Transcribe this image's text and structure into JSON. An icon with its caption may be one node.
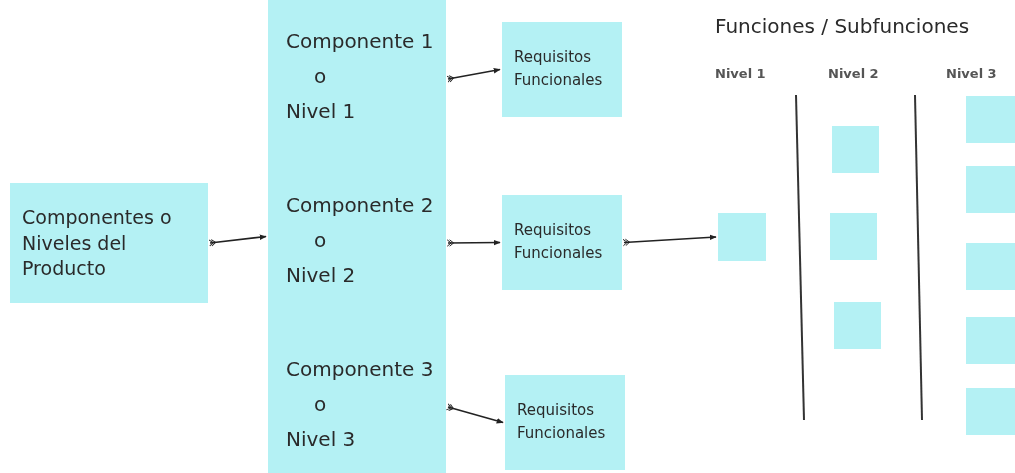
{
  "diagram": {
    "nodes": [
      {
        "text": [
          "Componentes o Niveles del Producto"
        ]
      },
      {
        "text": [],
        "shape": "box"
      },
      {
        "text": [
          "Componente 1",
          "o",
          "Nivel 1"
        ],
        "in": 1
      },
      {
        "text": [
          "Componente 2",
          "o",
          "Nivel 2"
        ],
        "in": 1
      },
      {
        "text": [
          "Componente 3",
          "o",
          "Nivel 3"
        ],
        "in": 1
      },
      {
        "text": [
          "Requisitos Funcionales"
        ]
      },
      {
        "text": [
          "Requisitos Funcionales"
        ]
      },
      {
        "text": [
          "Requisitos Funcionales"
        ]
      },
      {
        "text": [],
        "shape": "box"
      },
      {
        "text": [],
        "shape": "box"
      },
      {
        "text": [],
        "shape": "box"
      },
      {
        "text": [],
        "shape": "box"
      },
      {
        "text": [],
        "shape": "box"
      },
      {
        "text": [],
        "shape": "box"
      },
      {
        "text": [],
        "shape": "box"
      },
      {
        "text": [],
        "shape": "box"
      },
      {
        "text": [],
        "shape": "box"
      }
    ],
    "edges": [
      {
        "from": 0,
        "to": 1,
        "arrow": "to"
      },
      {
        "from": 2,
        "to": 5,
        "arrow": "to"
      },
      {
        "from": 3,
        "to": 6,
        "arrow": "to"
      },
      {
        "from": 4,
        "to": 7,
        "arrow": "to"
      },
      {
        "from": 6,
        "to": 8,
        "arrow": "to"
      }
    ],
    "labels": [
      "Funciones / Subfunciones",
      "Nivel 1",
      "Nivel 2",
      "Nivel 3"
    ]
  }
}
